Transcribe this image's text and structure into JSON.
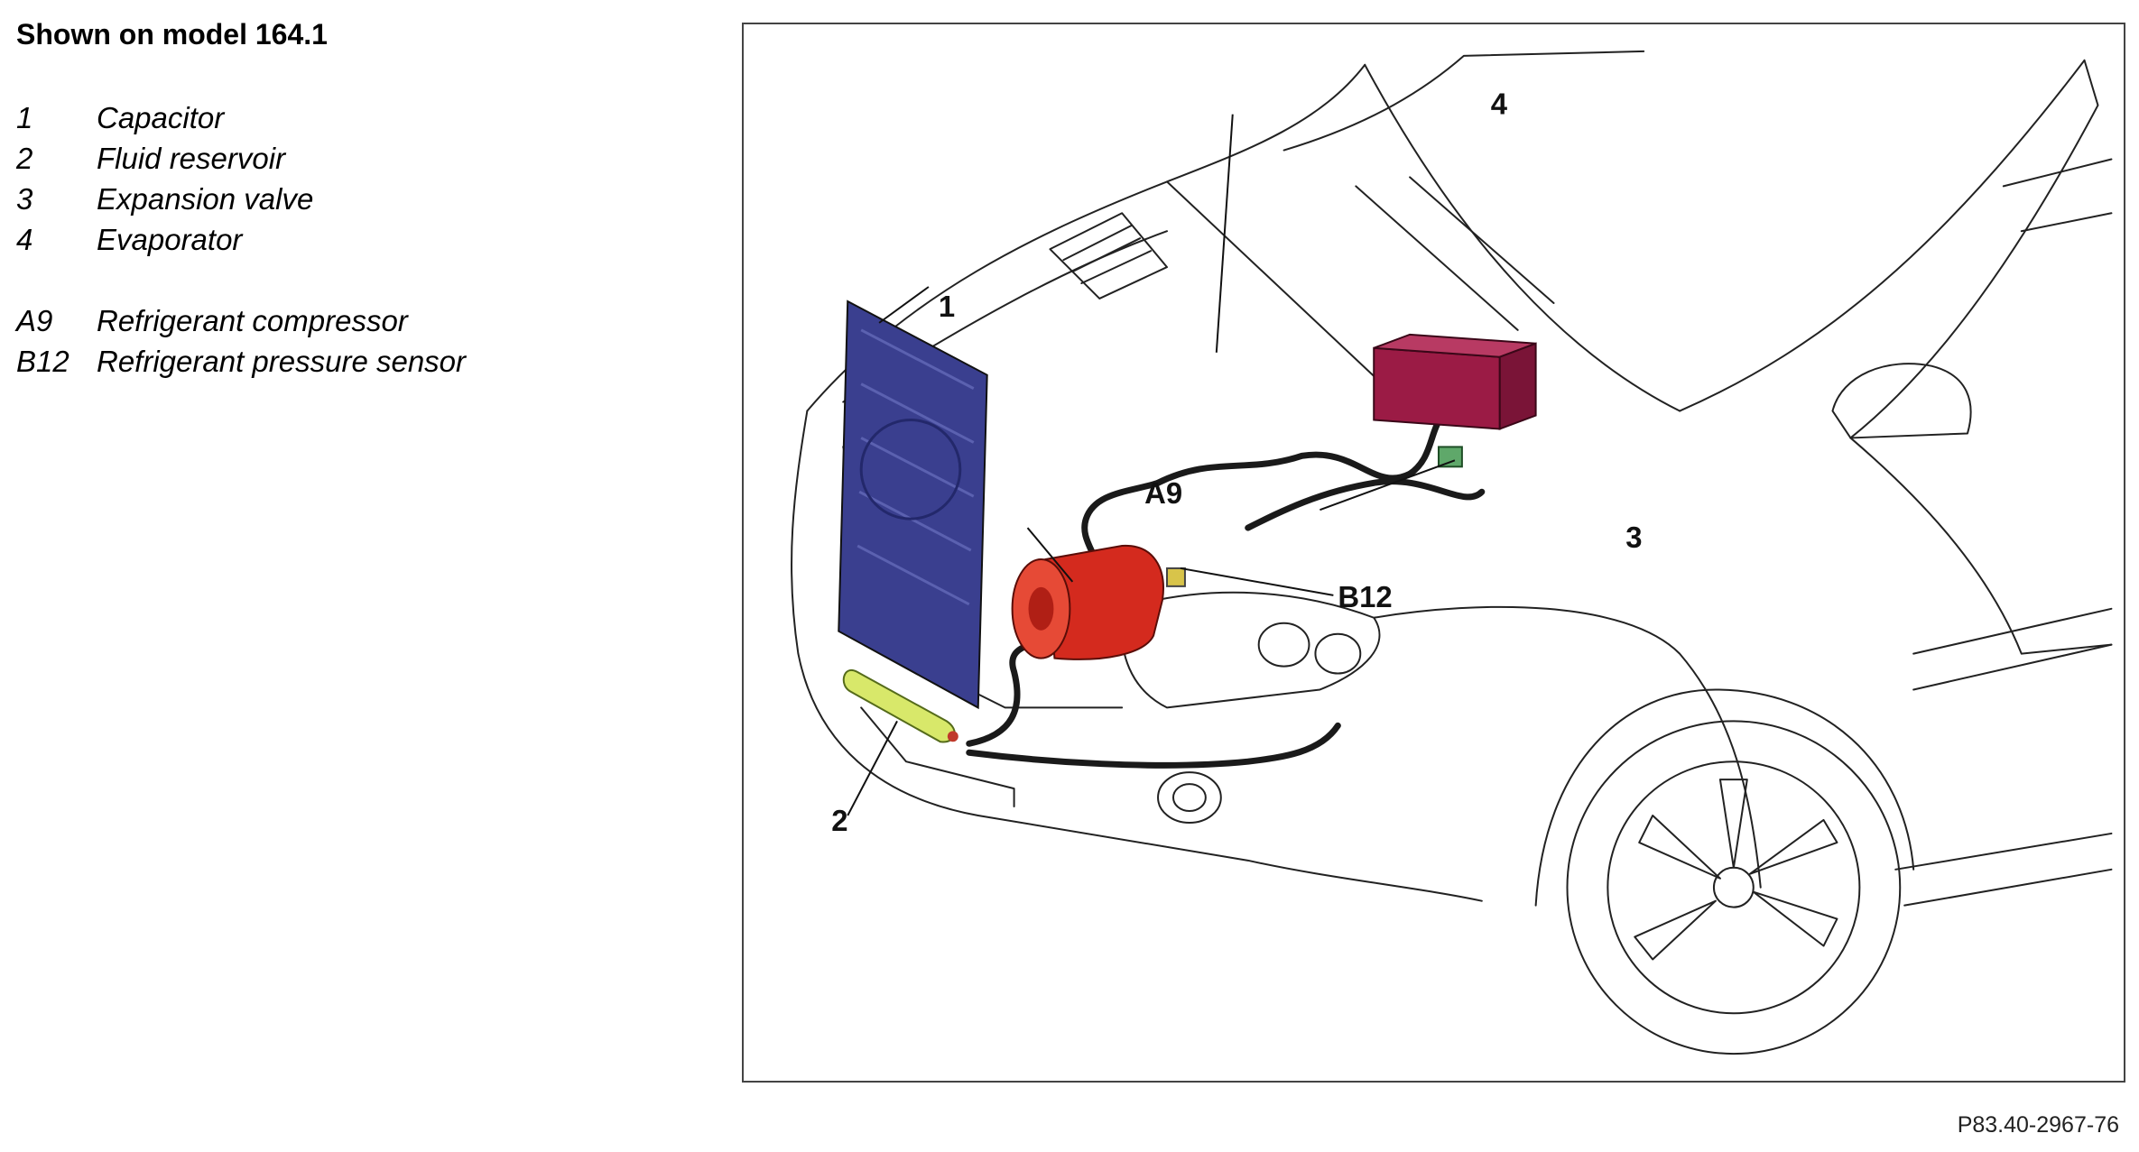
{
  "heading": "Shown on model 164.1",
  "legend": [
    {
      "code": "1",
      "desc": "Capacitor"
    },
    {
      "code": "2",
      "desc": "Fluid reservoir"
    },
    {
      "code": "3",
      "desc": "Expansion valve"
    },
    {
      "code": "4",
      "desc": "Evaporator"
    },
    {
      "code": "A9",
      "desc": "Refrigerant compressor"
    },
    {
      "code": "B12",
      "desc": "Refrigerant pressure sensor"
    }
  ],
  "callouts": {
    "c1": "1",
    "c2": "2",
    "c3": "3",
    "c4": "4",
    "a9": "A9",
    "b12": "B12"
  },
  "reference": "P83.40-2967-76",
  "colors": {
    "capacitor": "#3a3f8f",
    "fluid_reservoir": "#d8e86a",
    "compressor": "#d42a1e",
    "evaporator": "#9b1b45",
    "expansion_valve": "#5fa86a"
  }
}
